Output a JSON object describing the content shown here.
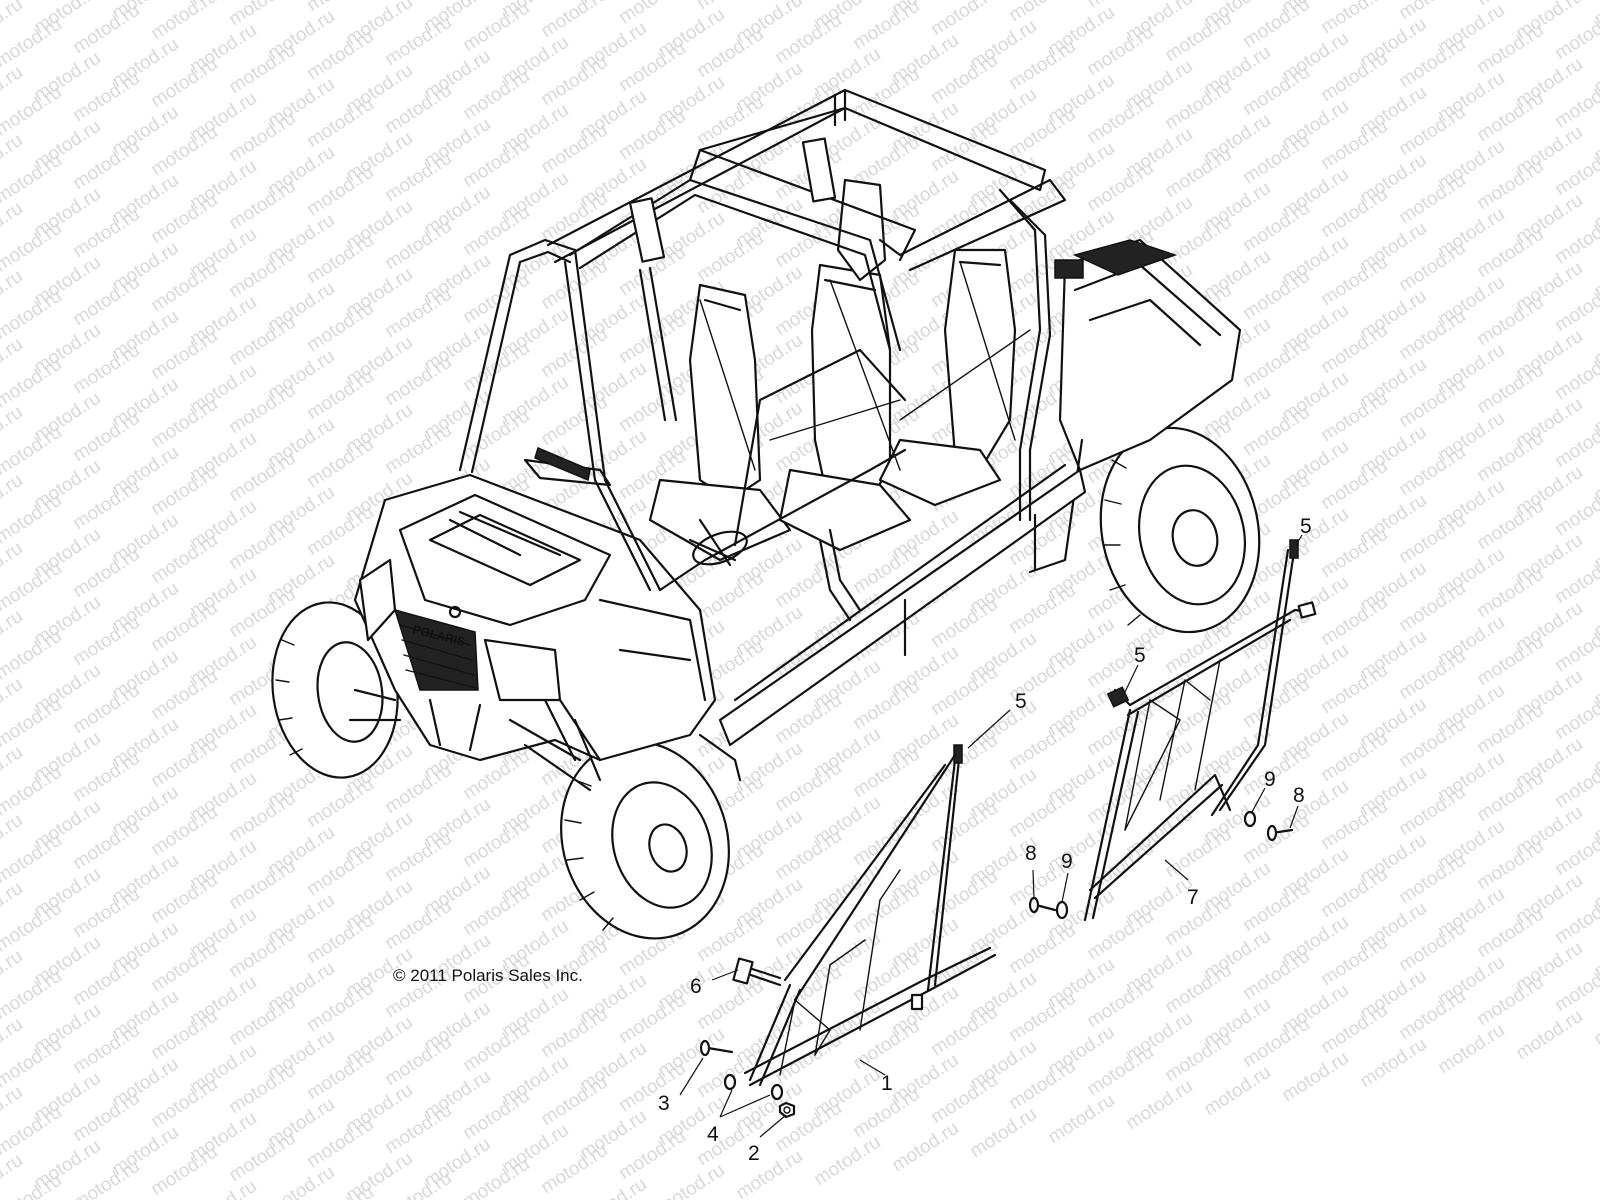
{
  "watermark": {
    "text": "motod.ru"
  },
  "copyright": "© 2011 Polaris Sales Inc.",
  "vehicle": {
    "brand_badge": "POLARIS"
  },
  "callouts": [
    {
      "id": "c1",
      "label": "1"
    },
    {
      "id": "c2",
      "label": "2"
    },
    {
      "id": "c3",
      "label": "3"
    },
    {
      "id": "c4",
      "label": "4"
    },
    {
      "id": "c5a",
      "label": "5"
    },
    {
      "id": "c5b",
      "label": "5"
    },
    {
      "id": "c5c",
      "label": "5"
    },
    {
      "id": "c6",
      "label": "6"
    },
    {
      "id": "c7",
      "label": "7"
    },
    {
      "id": "c8a",
      "label": "8"
    },
    {
      "id": "c8b",
      "label": "8"
    },
    {
      "id": "c9a",
      "label": "9"
    },
    {
      "id": "c9b",
      "label": "9"
    }
  ]
}
